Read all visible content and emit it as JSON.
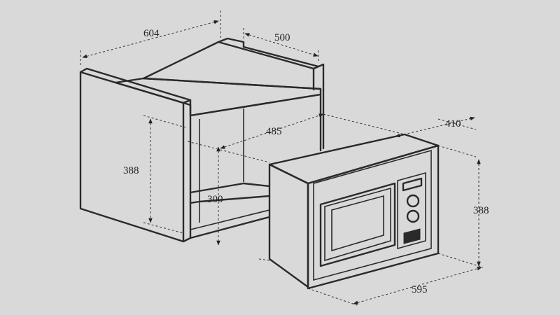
{
  "dimensions": {
    "cabinet_width": "604",
    "cabinet_depth": "500",
    "cabinet_height": "388",
    "niche_depth": "485",
    "niche_height": "300",
    "oven_depth": "410",
    "oven_height": "388",
    "oven_width": "595"
  },
  "colors": {
    "background": "#d9d9d9",
    "line": "#2a2a2a"
  }
}
